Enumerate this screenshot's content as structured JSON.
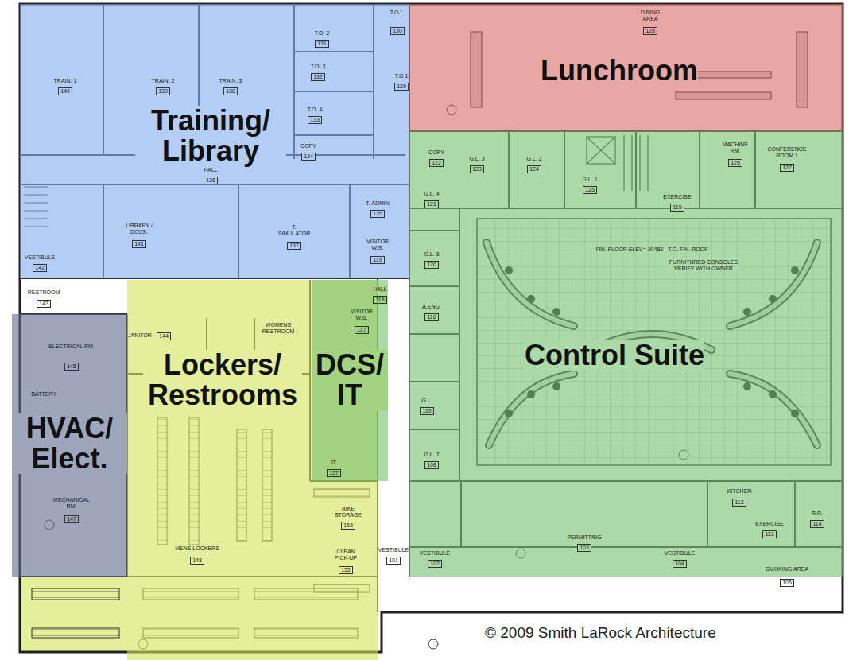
{
  "diagram": {
    "caption": "© 2009 Smith LaRock Architecture",
    "nodes": [
      {
        "text": [
          "Training/ Library"
        ]
      },
      {
        "text": [
          "Lunchroom"
        ]
      },
      {
        "text": [
          "Lockers/ Restrooms"
        ]
      },
      {
        "text": [
          "DCS/ IT"
        ]
      },
      {
        "text": [
          "Control Suite"
        ]
      },
      {
        "text": [
          "HVAC/ Elect."
        ]
      }
    ],
    "labels": [
      "T.O. 2",
      "131",
      "T.O. 3",
      "132",
      "T.O. 4",
      "133",
      "COPY",
      "134",
      "T.O.L.",
      "130",
      "T.O 1",
      "129",
      "TRAIN. 1",
      "140",
      "TRAIN. 2",
      "139",
      "TRAIN. 3",
      "138",
      "HALL",
      "136",
      "LIBRARY / DOCS.",
      "141",
      "T. SIMULATOR",
      "137",
      "T. ADMIN",
      "135",
      "VISITOR W.S.",
      "119",
      "VESTIBULE",
      "142",
      "RESTROOM",
      "143",
      "DINING AREA",
      "128",
      "COPY",
      "122",
      "G.L. 3",
      "123",
      "G.L. 2",
      "124",
      "G.L. 1",
      "125",
      "MACHINE RM.",
      "126",
      "CONFERENCE ROOM 1",
      "127",
      "EXERCISE",
      "115",
      "G.L. 4",
      "121",
      "G.L. 6",
      "120",
      "A.ENG.",
      "116",
      "HALL",
      "118",
      "VISITOR W.S.",
      "117",
      "ELECTRICAL RM.",
      "145",
      "JANITOR",
      "144",
      "WOMENS RESTROOM",
      "BATTERY",
      "MECHANICAL RM.",
      "147",
      "MENS LOCKERS",
      "148",
      "BIKE STORAGE",
      "153",
      "CLEAN PICK-UP",
      "152",
      "IT",
      "157",
      "G.L.",
      "110",
      "G.L. 7",
      "108",
      "PERMITTING",
      "103",
      "VESTIBULE",
      "102",
      "VESTIBULE",
      "104",
      "VESTIBULE",
      "101",
      "KITCHEN",
      "112",
      "EXERCISE",
      "113",
      "R.R.",
      "114",
      "SMOKING AREA",
      "105",
      "FIN. FLOOR ELEV= 30482 - T.O. FIN. ROOF",
      "FURNITURED CONSOLES VERIFY WITH OWNER"
    ]
  }
}
